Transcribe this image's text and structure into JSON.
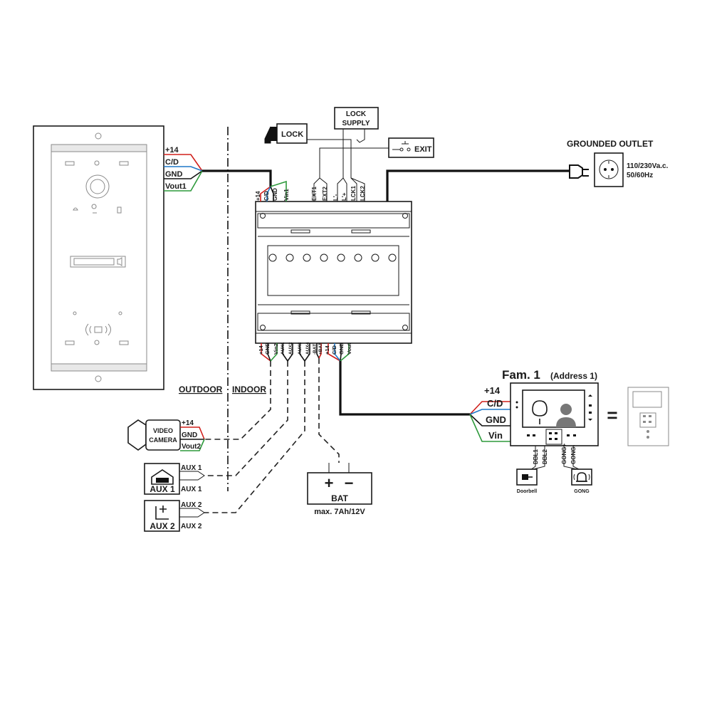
{
  "zones": {
    "outdoor": "OUTDOOR",
    "indoor": "INDOOR"
  },
  "colors": {
    "red": "#d0201c",
    "blue": "#1f78c8",
    "black": "#111111",
    "green": "#2e9a3c"
  },
  "door_panel": {
    "wires": [
      "+14",
      "C/D",
      "GND",
      "Vout1"
    ]
  },
  "controller": {
    "top_terminals": [
      "+14",
      "C/D",
      "GND",
      "Vin1"
    ],
    "top_right_terminals": [
      "EXT1",
      "EXT2",
      "L'-",
      "L'+",
      "LCK1",
      "LCK2"
    ],
    "bottom_left_terminals": [
      "+14",
      "GND",
      "Vin2",
      "AUX1",
      "AUX2",
      "AUX3",
      "AUX4",
      "-BAT",
      "+BAT"
    ],
    "bottom_right_terminals": [
      "+14",
      "C/D",
      "GND",
      "Vout"
    ]
  },
  "lock": {
    "label": "LOCK"
  },
  "lock_supply": {
    "line1": "LOCK",
    "line2": "SUPPLY"
  },
  "exit": {
    "label": "EXIT"
  },
  "outlet": {
    "title": "GROUNDED OUTLET",
    "line1": "110/230Va.c.",
    "line2": "50/60Hz"
  },
  "video_camera": {
    "line1": "VIDEO",
    "line2": "CAMERA",
    "wires": [
      "+14",
      "GND",
      "Vout2"
    ]
  },
  "aux1": {
    "label": "AUX 1",
    "wire_top": "AUX 1",
    "wire_bottom": "AUX 1"
  },
  "aux2": {
    "label": "AUX 2",
    "wire_top": "AUX 2",
    "wire_bottom": "AUX 2"
  },
  "battery": {
    "label": "BAT",
    "plus": "+",
    "minus": "−",
    "spec": "max. 7Ah/12V"
  },
  "monitor": {
    "title": "Fam. 1",
    "address": "(Address 1)",
    "wires": [
      "+14",
      "C/D",
      "GND",
      "Vin"
    ],
    "bottom_terminals": [
      "DBL1",
      "DBL2",
      "GONG+",
      "GONG-"
    ],
    "doorbell": "Doorbell",
    "gong": "GONG"
  },
  "equals": "="
}
